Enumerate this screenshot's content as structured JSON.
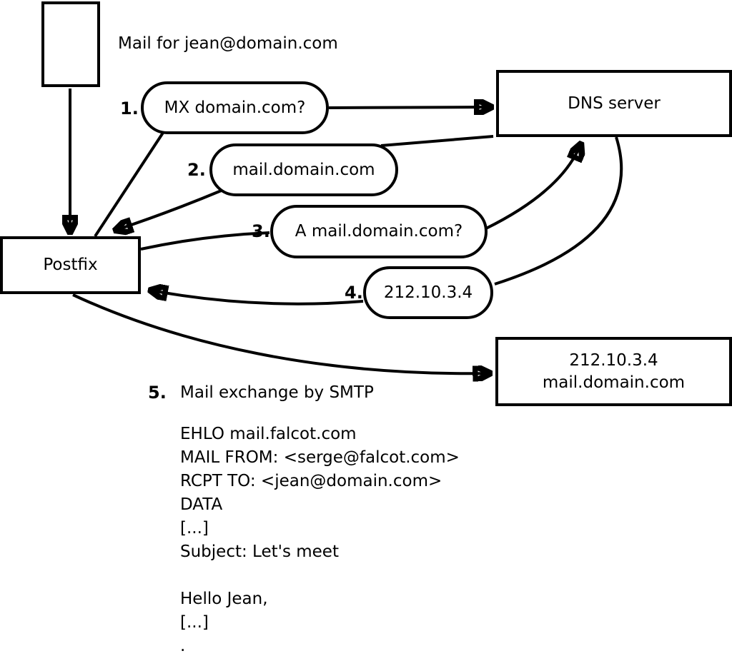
{
  "diagram": {
    "caption": "Mail for jean@domain.com",
    "nodes": {
      "postfix": {
        "label": "Postfix"
      },
      "dns_server": {
        "label": "DNS server"
      },
      "mail_server": {
        "line1": "212.10.3.4",
        "line2": "mail.domain.com"
      }
    },
    "steps": [
      {
        "number": "1.",
        "label": "MX domain.com?"
      },
      {
        "number": "2.",
        "label": "mail.domain.com"
      },
      {
        "number": "3.",
        "label": "A mail.domain.com?"
      },
      {
        "number": "4.",
        "label": "212.10.3.4"
      },
      {
        "number": "5.",
        "label": "Mail exchange by SMTP"
      }
    ],
    "smtp_session": {
      "lines": [
        "EHLO mail.falcot.com",
        "MAIL FROM: <serge@falcot.com>",
        "RCPT TO: <jean@domain.com>",
        "DATA",
        "[...]",
        "Subject: Let's meet",
        "",
        "Hello Jean,",
        "[...]",
        "."
      ]
    },
    "colors": {
      "stroke": "#000000",
      "background": "#ffffff"
    }
  }
}
